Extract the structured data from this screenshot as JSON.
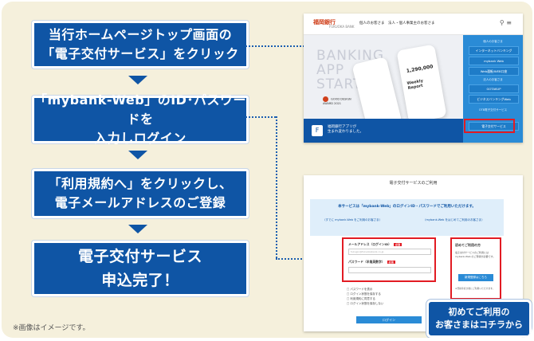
{
  "steps": [
    {
      "line1": "当行ホームページトップ画面の",
      "line2": "「電子交付サービス」をクリック"
    },
    {
      "line1": "「mybank-Web」のID･パスワードを",
      "line2": "入力しログイン"
    },
    {
      "line1": "「利用規約へ」をクリックし、",
      "line2": "電子メールアドレスのご登録"
    },
    {
      "line1": "電子交付サービス",
      "line2": "申込完了！"
    }
  ],
  "note": "※画像はイメージです。",
  "callout": {
    "line1": "初めてご利用の",
    "line2": "お客さまはコチラから"
  },
  "homepage": {
    "logo": "福岡銀行",
    "logo_sub": "FUKUOKA BANK",
    "nav": "個人のお客さま　法人・個人事業主のお客さま",
    "hero_text": [
      "BANKING",
      "APP",
      "START!"
    ],
    "phone_amount": "1,290,000",
    "phone_weekly": [
      "Weekly",
      "Report"
    ],
    "badge": [
      "GOOD DESIGN",
      "AWARD 2021"
    ],
    "banner_text": [
      "福岡銀行アプリが",
      "生まれ変わりました。"
    ],
    "side_buttons": [
      "インターネットバンキング",
      "mybank Web",
      "Web通帳/WEB口座",
      "GOTAKUP",
      "ビジネスバンキングWeb",
      "電子交付サービス"
    ],
    "side_captions": [
      "個人のお客さま",
      "法人のお客さま",
      "OTB電子交付サービス"
    ],
    "colors": {
      "brand": "#0f55a5",
      "highlight": "#e21b23",
      "side": "#2a8bd6"
    }
  },
  "login_page": {
    "title": "電子交付サービスのご利用",
    "intro": "本サービスは「mybank-Web」のログインID・パスワードでご利用いただけます。",
    "left_sub": "〈すでに mybank-Web をご利用のお客さま〉",
    "right_sub": "〈mybank-Web をはじめてご利用のお客さま〉",
    "email_label": "メールアドレス（ログインID）",
    "email_placeholder": "fukugin@fukuokabank.co.jp",
    "password_label": "パスワード（半角英数字）",
    "required": "必須",
    "checks": [
      "パスワードを表示",
      "ログイン状態を保存する",
      "利用規約に同意する",
      "ログイン状態を保存しない"
    ],
    "login_button": "ログイン",
    "first_title": "初めてご利用の方",
    "first_desc": "電子交付サービスのご利用には mybank-Web のご登録が必要です。",
    "first_button": "新規登録はこちら",
    "first_note": "※登録手続き後にご利用いただけます。"
  }
}
